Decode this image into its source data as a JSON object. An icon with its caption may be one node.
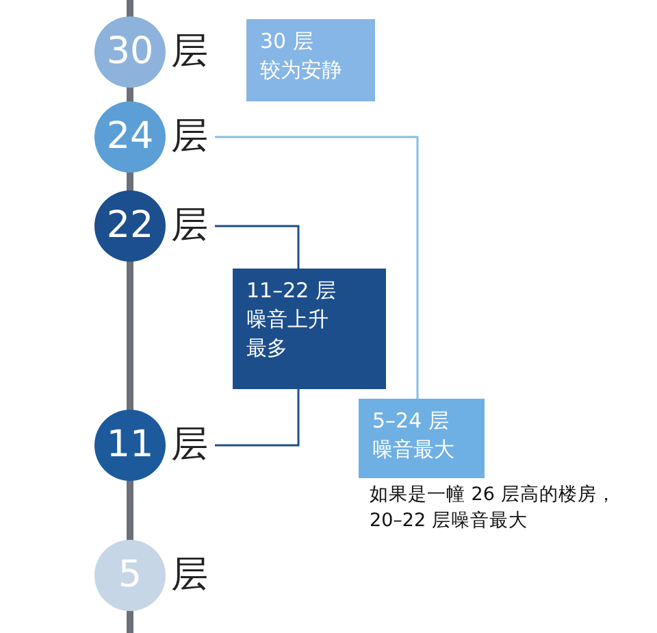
{
  "diagram": {
    "nodes": [
      {
        "text": [
          "30",
          "层"
        ]
      },
      {
        "text": [
          "24",
          "层"
        ]
      },
      {
        "text": [
          "22",
          "层"
        ]
      },
      {
        "text": [
          "11",
          "层"
        ]
      },
      {
        "text": [
          "5",
          "层"
        ]
      },
      {
        "text": [
          "30 层",
          "较为安静"
        ]
      },
      {
        "text": [
          "11–22 层",
          "噪音上升",
          "最多"
        ]
      },
      {
        "text": [
          "5–24 层",
          "噪音最大"
        ]
      }
    ],
    "edges": [
      {
        "from": 1,
        "to": 7,
        "arrow": "none",
        "color": "#86bfe3"
      },
      {
        "from": 2,
        "to": 6,
        "arrow": "none"
      },
      {
        "from": 3,
        "to": 6,
        "arrow": "none"
      }
    ],
    "labels": [
      "如果是一幢 26 层高的楼房，20–22 层噪音最大"
    ]
  }
}
